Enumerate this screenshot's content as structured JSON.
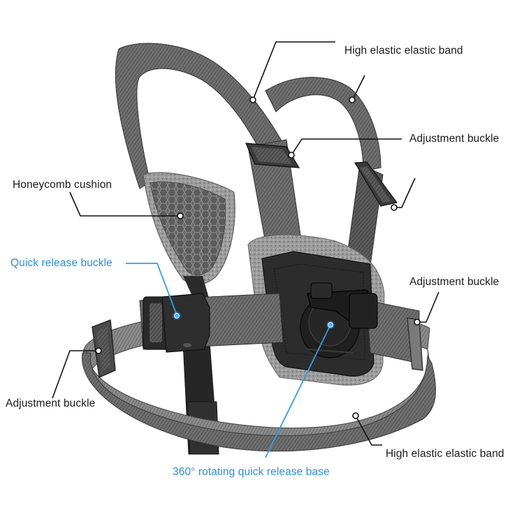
{
  "image": {
    "subject": "chest harness mount with camera quick release base",
    "background": "#ffffff",
    "strap_color": "#6b6b6b",
    "strap_dark": "#3d3d3d",
    "plastic_color": "#2a2a2a",
    "callout_black": "#111111",
    "callout_blue": "#3a9be0"
  },
  "callouts": [
    {
      "id": "top-band",
      "text": "High elastic elastic band",
      "color": "black"
    },
    {
      "id": "top-buckle",
      "text": "Adjustment buckle",
      "color": "black"
    },
    {
      "id": "cushion",
      "text": "Honeycomb cushion",
      "color": "black"
    },
    {
      "id": "quick-release",
      "text": "Quick release buckle",
      "color": "blue"
    },
    {
      "id": "right-buckle",
      "text": "Adjustment buckle",
      "color": "black"
    },
    {
      "id": "left-buckle",
      "text": "Adjustment buckle",
      "color": "black"
    },
    {
      "id": "bottom-band",
      "text": "High elastic elastic band",
      "color": "black"
    },
    {
      "id": "base",
      "text": "360° rotating quick release base",
      "color": "blue"
    }
  ]
}
